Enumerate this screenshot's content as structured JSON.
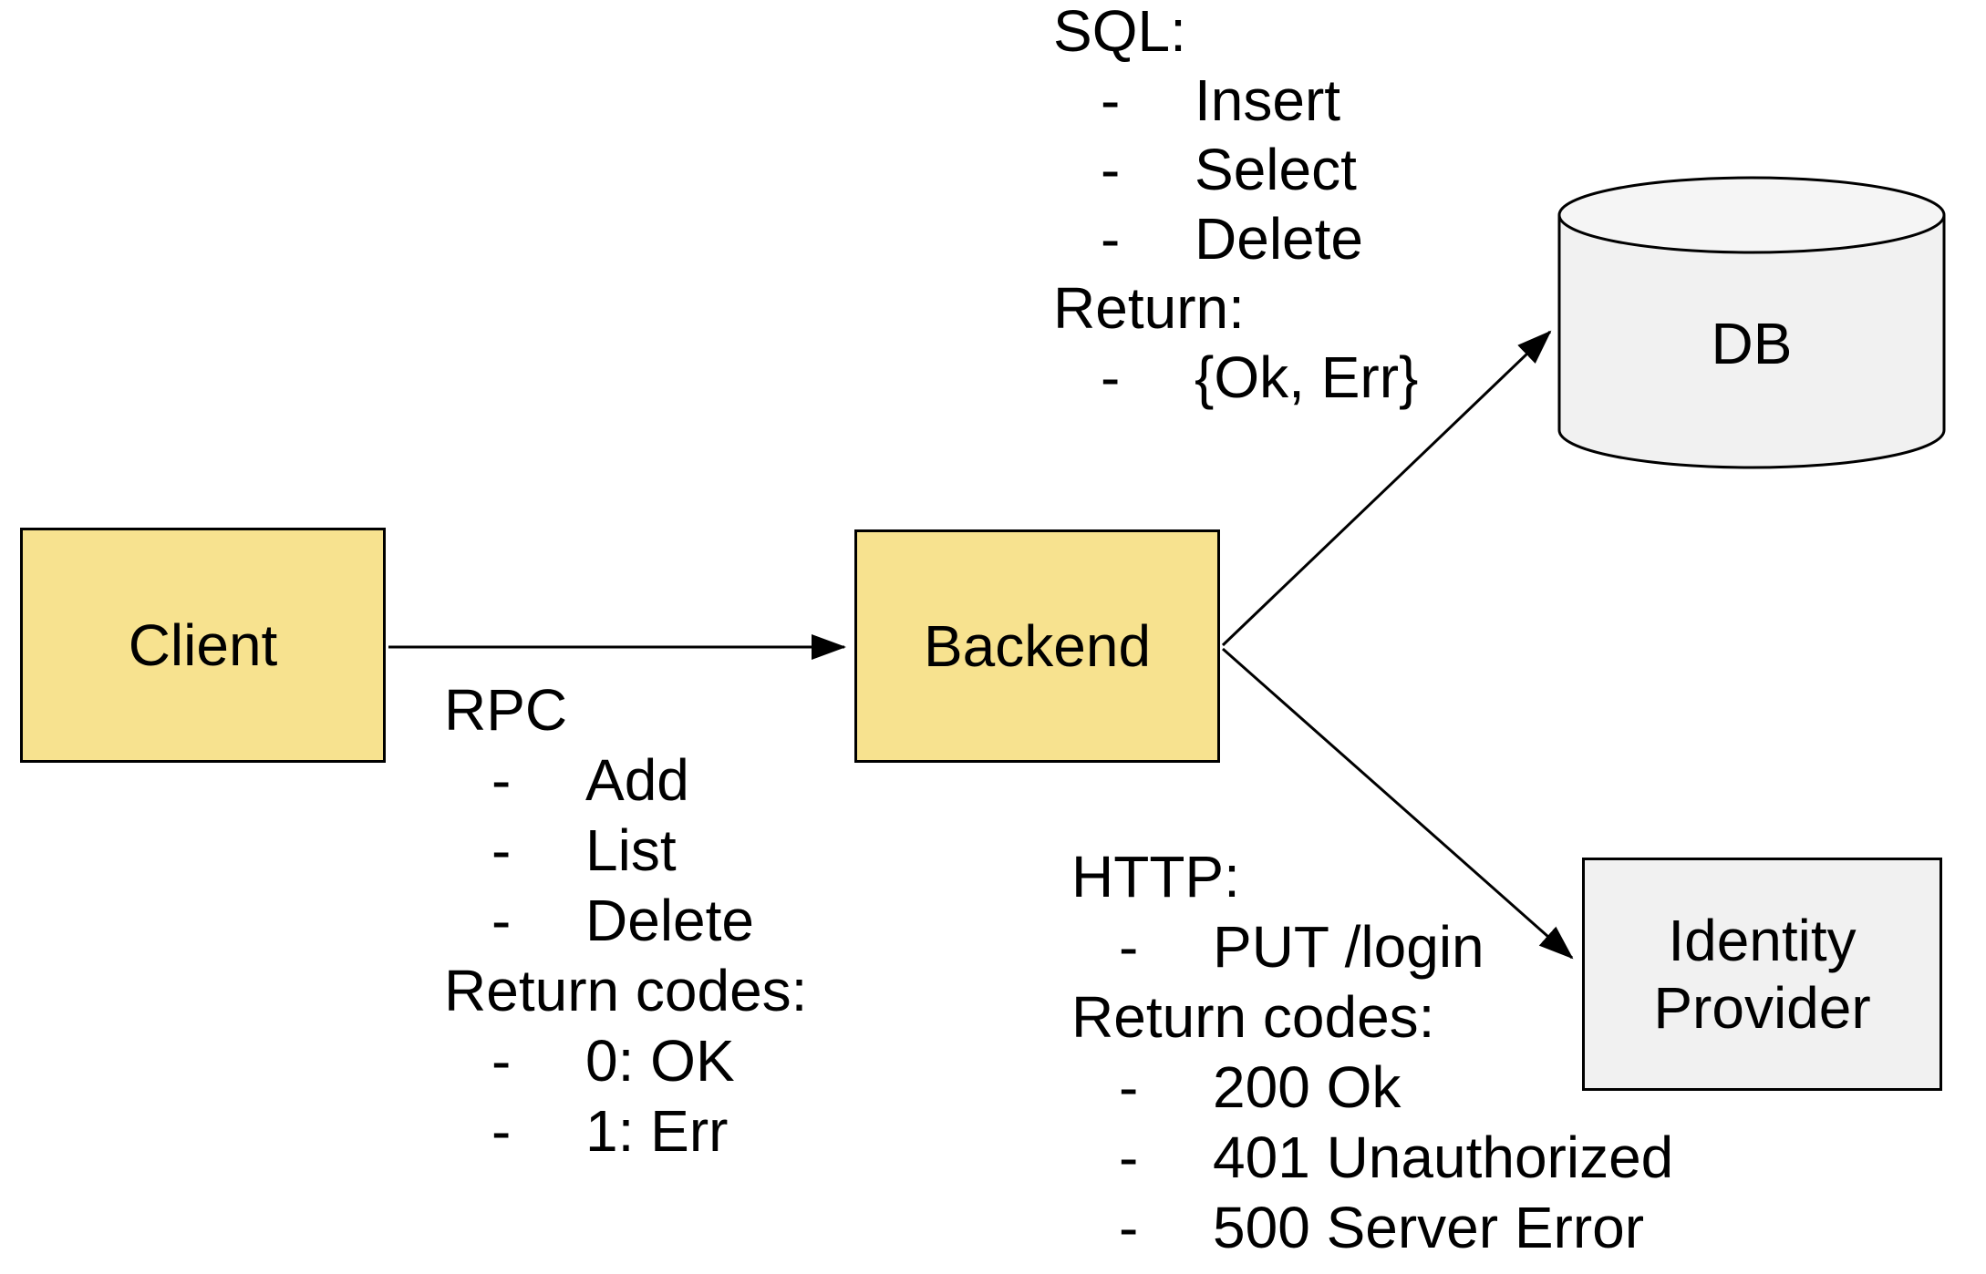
{
  "bullet_char": "-",
  "nodes": {
    "client": {
      "label": "Client"
    },
    "backend": {
      "label": "Backend"
    },
    "db": {
      "label": "DB"
    },
    "identity": {
      "label": "Identity Provider"
    }
  },
  "annotations": {
    "rpc": {
      "title": "RPC",
      "items": [
        "Add",
        "List",
        "Delete"
      ],
      "subtitle": "Return codes:",
      "return_items": [
        "0: OK",
        "1: Err"
      ]
    },
    "sql": {
      "title": "SQL:",
      "items": [
        "Insert",
        "Select",
        "Delete"
      ],
      "subtitle": "Return:",
      "return_items": [
        "{Ok, Err}"
      ]
    },
    "http": {
      "title": "HTTP:",
      "items": [
        "PUT /login"
      ],
      "subtitle": "Return codes:",
      "return_items": [
        "200 Ok",
        "401 Unauthorized",
        "500 Server Error"
      ]
    }
  },
  "edges": [
    {
      "from": "Client",
      "to": "Backend"
    },
    {
      "from": "Backend",
      "to": "DB"
    },
    {
      "from": "Backend",
      "to": "Identity Provider"
    }
  ],
  "colors": {
    "node_fill_yellow": "#F7E28F",
    "node_fill_gray": "#F1F1F1",
    "cylinder_top_fill": "#F5F5F5",
    "stroke": "#000000",
    "background": "#FFFFFF"
  }
}
